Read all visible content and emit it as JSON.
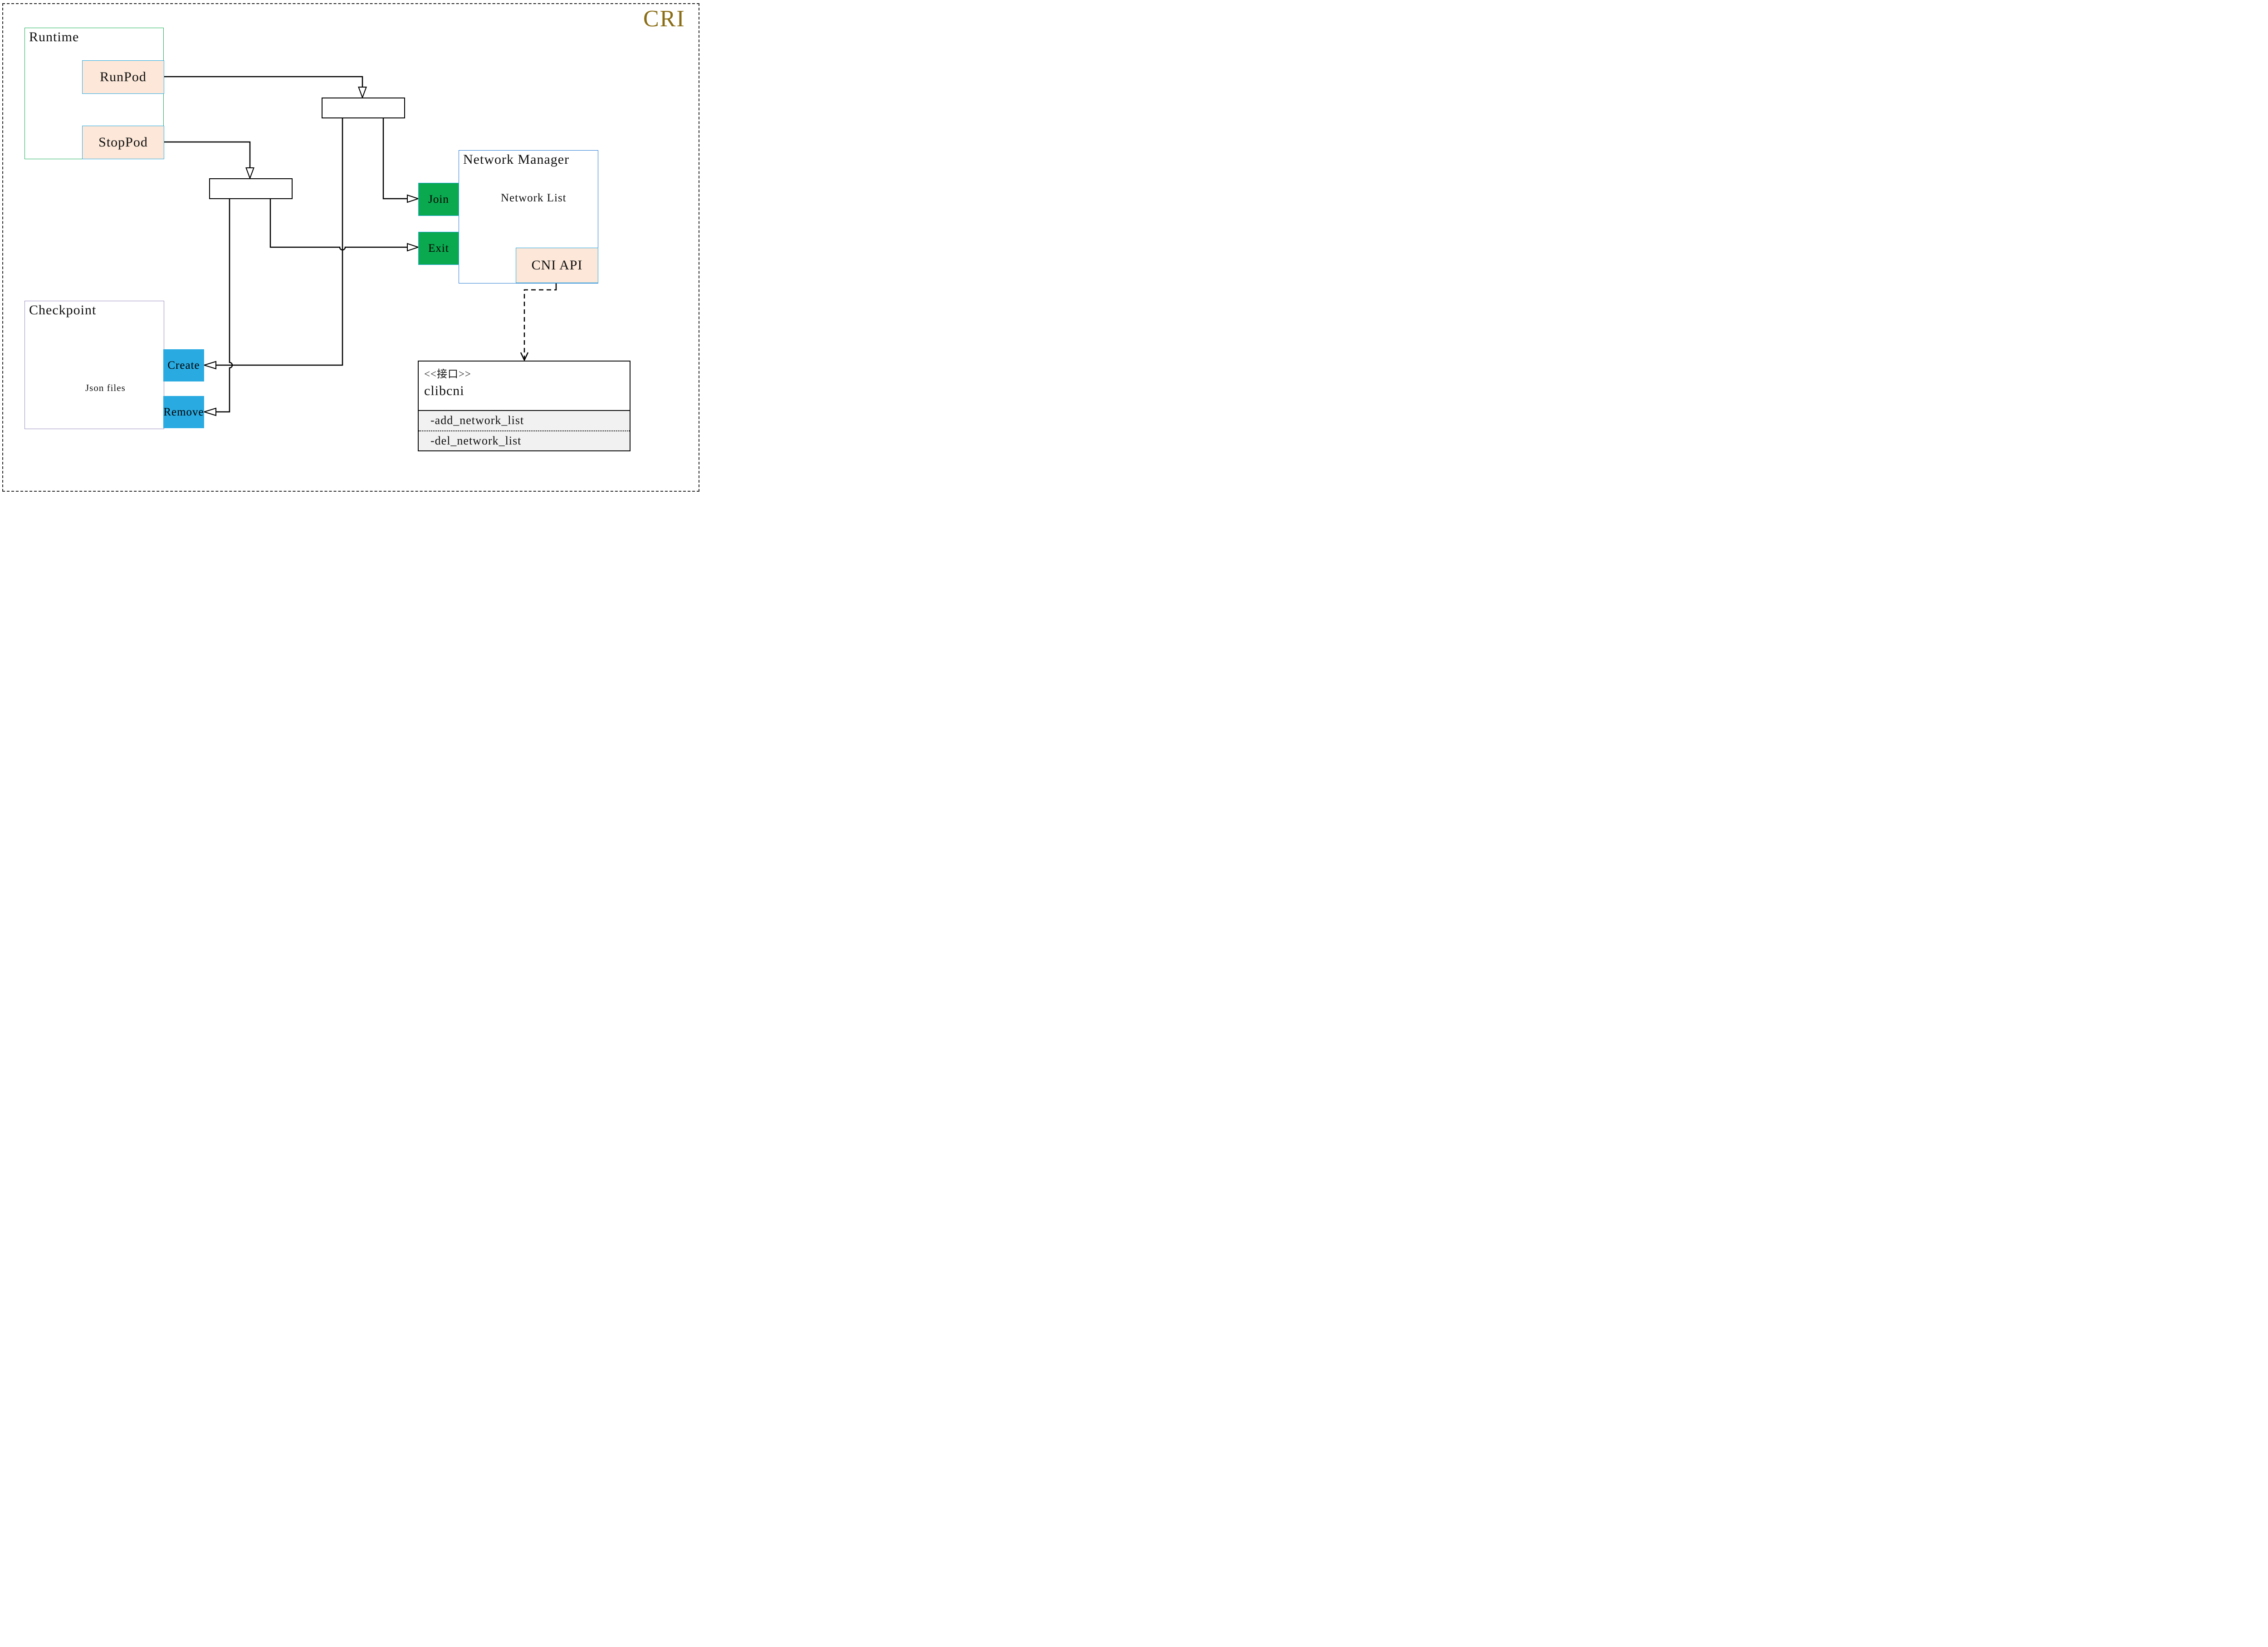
{
  "page": {
    "title": "CRI"
  },
  "palette": {
    "title_gold": "#8a6d15",
    "runtime_border_green": "#22b15c",
    "network_manager_border_blue": "#2b7cd3",
    "checkpoint_border_purple": "#9d8ec0",
    "op_fill_peach": "#fce7d8",
    "op_border_cyan": "#29abe2",
    "action_green": "#0aa84f",
    "action_blue": "#29abe2",
    "cylinder_gray": "#595959",
    "methods_section_gray": "#f1f1f1"
  },
  "runtime": {
    "label": "Runtime",
    "run_pod": "RunPod",
    "stop_pod": "StopPod"
  },
  "network_manager": {
    "label": "Network Manager",
    "network_list": "Network List",
    "join": "Join",
    "exit": "Exit",
    "cni_api": "CNI API"
  },
  "checkpoint": {
    "label": "Checkpoint",
    "json_files": "Json files",
    "create": "Create",
    "remove": "Remove"
  },
  "clibcni": {
    "stereotype": "<<接口>>",
    "name": "clibcni",
    "method_add": "-add_network_list",
    "method_del": "-del_network_list"
  }
}
